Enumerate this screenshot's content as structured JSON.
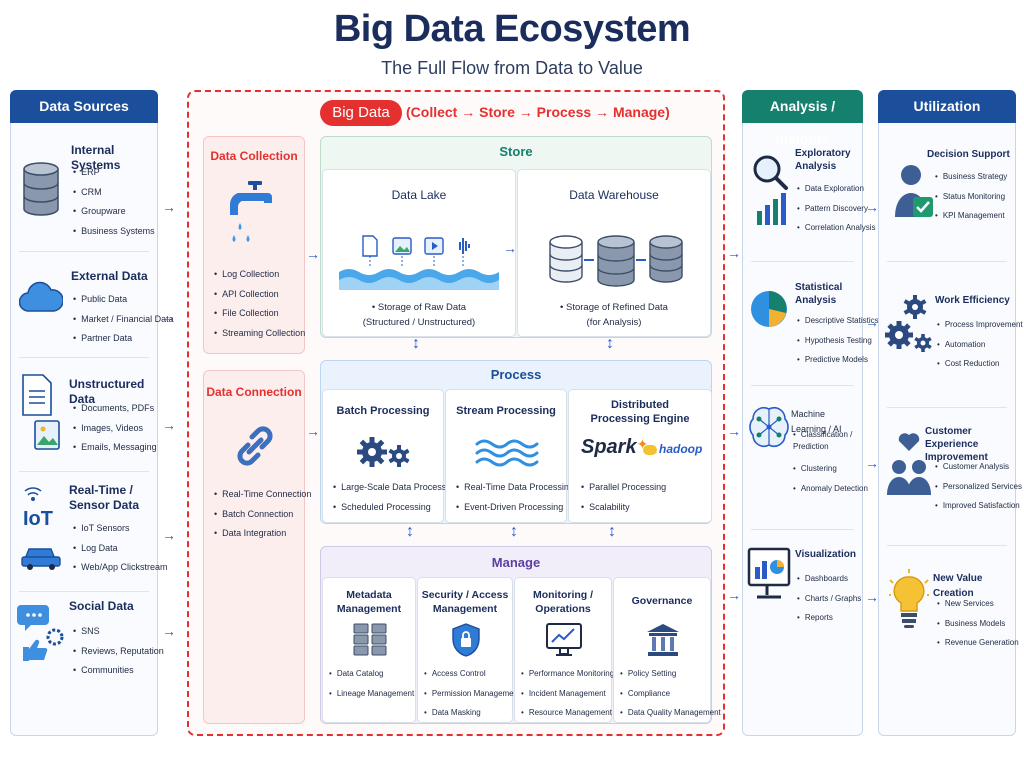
{
  "title": "Big Data Ecosystem",
  "subtitle": "The Full Flow from Data to Value",
  "colors": {
    "navy": "#1b4e9b",
    "teal": "#16806f",
    "red": "#e53030",
    "blue": "#2a5bc7"
  },
  "data_sources": {
    "header": "Data Sources",
    "groups": [
      {
        "title": "Internal Systems",
        "icon": "database-icon",
        "items": [
          "ERP",
          "CRM",
          "Groupware",
          "Business Systems"
        ]
      },
      {
        "title": "External Data",
        "icon": "cloud-icon",
        "items": [
          "Public Data",
          "Market / Financial Data",
          "Partner Data"
        ]
      },
      {
        "title": "Unstructured Data",
        "icon": "document-image-icon",
        "items": [
          "Documents, PDFs",
          "Images, Videos",
          "Emails, Messaging"
        ]
      },
      {
        "title": "Real-Time / Sensor Data",
        "title_lines": [
          "Real-Time /",
          "Sensor Data"
        ],
        "icon": "iot-car-icon",
        "items": [
          "IoT Sensors",
          "Log Data",
          "Web/App Clickstream"
        ]
      },
      {
        "title": "Social Data",
        "icon": "social-icon",
        "items": [
          "SNS",
          "Reviews, Reputation",
          "Communities"
        ]
      }
    ]
  },
  "big_data": {
    "badge": "Big Data",
    "tagline": "(Collect → Store → Process → Manage)",
    "collection": {
      "title": "Data Collection",
      "items": [
        "Log Collection",
        "API Collection",
        "File Collection",
        "Streaming Collection"
      ]
    },
    "connection": {
      "title": "Data Connection",
      "items": [
        "Real-Time Connection",
        "Batch Connection",
        "Data Integration"
      ]
    },
    "store": {
      "title": "Store",
      "lake": {
        "title": "Data Lake",
        "note": [
          "• Storage of Raw Data",
          "(Structured / Unstructured)"
        ]
      },
      "warehouse": {
        "title": "Data Warehouse",
        "note": [
          "• Storage of Refined Data",
          "(for Analysis)"
        ]
      }
    },
    "process": {
      "title": "Process",
      "cards": [
        {
          "title": "Batch Processing",
          "items": [
            "Large-Scale Data Processing",
            "Scheduled Processing"
          ]
        },
        {
          "title": "Stream Processing",
          "items": [
            "Real-Time Data Processing",
            "Event-Driven Processing"
          ]
        },
        {
          "title": "Distributed Processing Engine",
          "title_lines": [
            "Distributed",
            "Processing Engine"
          ],
          "logos": [
            "Spark",
            "hadoop"
          ],
          "items": [
            "Parallel Processing",
            "Scalability"
          ]
        }
      ]
    },
    "manage": {
      "title": "Manage",
      "cards": [
        {
          "title_lines": [
            "Metadata",
            "Management"
          ],
          "items": [
            "Data Catalog",
            "Lineage Management"
          ]
        },
        {
          "title_lines": [
            "Security / Access",
            "Management"
          ],
          "items": [
            "Access Control",
            "Permission Management",
            "Data Masking"
          ]
        },
        {
          "title_lines": [
            "Monitoring /",
            "Operations"
          ],
          "items": [
            "Performance Monitoring",
            "Incident Management",
            "Resource Management"
          ]
        },
        {
          "title_lines": [
            "Governance"
          ],
          "items": [
            "Policy Setting",
            "Compliance",
            "Data Quality Management"
          ]
        }
      ]
    }
  },
  "analysis": {
    "header": "Analysis / Insights",
    "groups": [
      {
        "title_lines": [
          "Exploratory",
          "Analysis"
        ],
        "items": [
          "Data Exploration",
          "Pattern Discovery",
          "Correlation Analysis"
        ]
      },
      {
        "title_lines": [
          "Statistical",
          "Analysis"
        ],
        "items": [
          "Descriptive Statistics",
          "Hypothesis Testing",
          "Predictive Models"
        ]
      },
      {
        "title_lines": [
          "Machine Learning / AI"
        ],
        "items": [
          "Classification / Prediction",
          "Clustering",
          "Anomaly Detection"
        ]
      },
      {
        "title_lines": [
          "Visualization"
        ],
        "items": [
          "Dashboards",
          "Charts / Graphs",
          "Reports"
        ]
      }
    ]
  },
  "utilization": {
    "header": "Utilization",
    "groups": [
      {
        "title_lines": [
          "Decision Support"
        ],
        "items": [
          "Business Strategy",
          "Status Monitoring",
          "KPI Management"
        ]
      },
      {
        "title_lines": [
          "Work Efficiency"
        ],
        "items": [
          "Process Improvement",
          "Automation",
          "Cost Reduction"
        ]
      },
      {
        "title_lines": [
          "Customer Experience",
          "Improvement"
        ],
        "items": [
          "Customer Analysis",
          "Personalized Services",
          "Improved Satisfaction"
        ]
      },
      {
        "title_lines": [
          "New Value Creation"
        ],
        "items": [
          "New Services",
          "Business Models",
          "Revenue Generation"
        ]
      }
    ]
  }
}
